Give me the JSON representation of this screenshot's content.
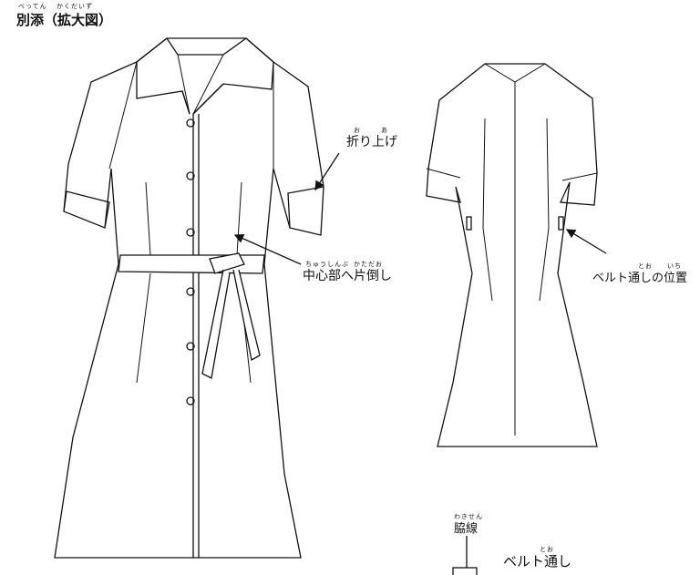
{
  "title": {
    "text": "別添（拡大図）",
    "ruby_1": "べってん",
    "ruby_2": "かくだいず"
  },
  "labels": {
    "fold_up": {
      "text": "折り上げ",
      "ruby_1": "お",
      "ruby_2": "あ"
    },
    "center_fold": {
      "text": "中心部へ片倒し",
      "ruby_1": "ちゅうしんぶ",
      "ruby_2": "かただお"
    },
    "belt_loop_position": {
      "text": "ベルト通しの位置",
      "ruby_1": "とお",
      "ruby_2": "いち"
    },
    "side_seam": {
      "text": "脇線",
      "ruby": "わきせん"
    },
    "belt_loop": {
      "text": "ベルト通し",
      "ruby": "とお"
    }
  }
}
